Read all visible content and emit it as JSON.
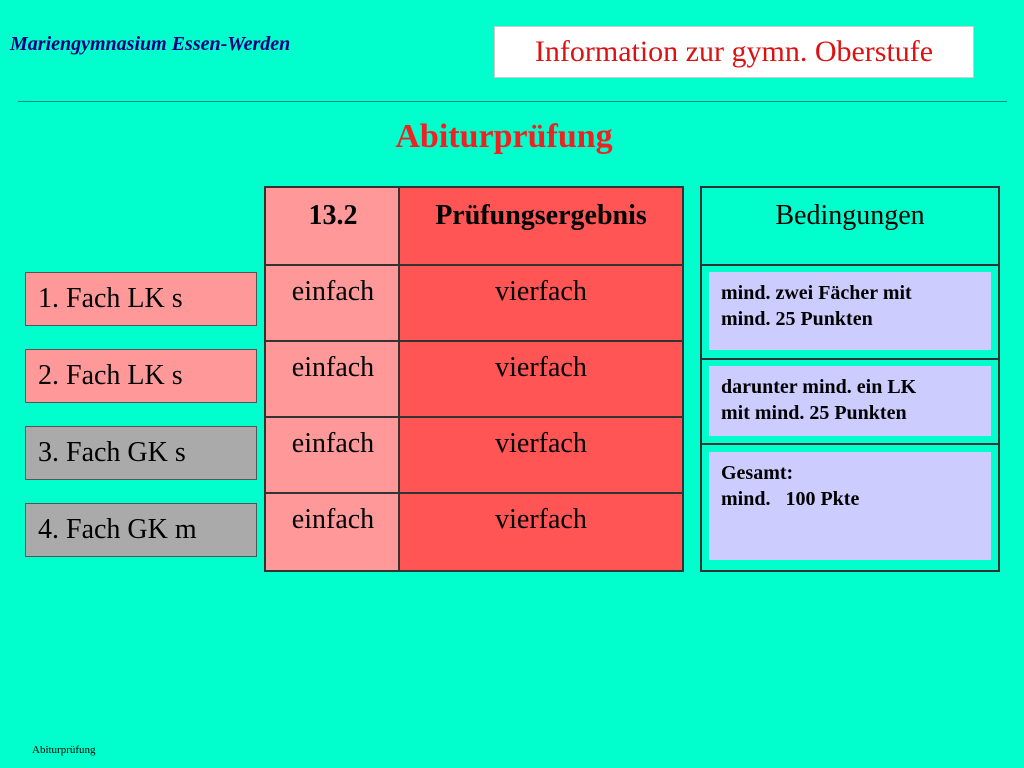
{
  "header": {
    "school": "Mariengymnasium Essen-Werden",
    "info": "Information zur gymn. Oberstufe"
  },
  "title": "Abiturprüfung",
  "subjects": [
    {
      "label": "1. Fach LK s",
      "kind": "LK"
    },
    {
      "label": "2. Fach LK s",
      "kind": "LK"
    },
    {
      "label": "3. Fach GK s",
      "kind": "GK"
    },
    {
      "label": "4. Fach GK m",
      "kind": "GK"
    }
  ],
  "result_table": {
    "headers": [
      "13.2",
      "Prüfungsergebnis"
    ],
    "rows": [
      [
        "einfach",
        "vierfach"
      ],
      [
        "einfach",
        "vierfach"
      ],
      [
        "einfach",
        "vierfach"
      ],
      [
        "einfach",
        "vierfach"
      ]
    ]
  },
  "conditions": {
    "header": "Bedingungen",
    "items": [
      "mind. zwei Fächer mit\nmind. 25 Punkten",
      "darunter mind. ein LK\nmit mind. 25 Punkten",
      "Gesamt:\nmind.   100 Pkte"
    ]
  },
  "footer": "Abiturprüfung",
  "colors": {
    "background": "#00ffcc",
    "lk": "#ff9999",
    "gk": "#aaaaaa",
    "result": "#ff5555",
    "condition": "#ccccff",
    "title": "#ee2222"
  }
}
